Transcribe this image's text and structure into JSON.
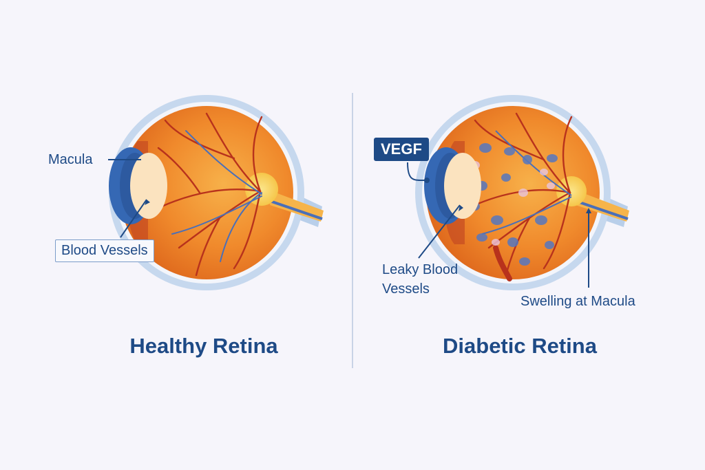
{
  "panels": {
    "healthy": {
      "title": "Healthy Retina",
      "labels": {
        "macula": "Macula",
        "blood_vessels": "Blood Vessels"
      }
    },
    "diabetic": {
      "title": "Diabetic Retina",
      "labels": {
        "vegf": "VEGF",
        "leaky_line1": "Leaky Blood",
        "leaky_line2": "Vessels",
        "swelling": "Swelling at Macula"
      }
    }
  },
  "colors": {
    "background": "#f6f5fb",
    "title_text": "#1e4a86",
    "eyeball_orange": "#f08a2c",
    "sclera_outline": "#b9cfea",
    "lens_blue": "#3568b4",
    "lens_cream": "#fbe3bf",
    "optic_disc": "#f8d35a",
    "vessel_red": "#b8321c",
    "vessel_blue": "#4a6fb8",
    "leak_spot": "#5677bf"
  }
}
